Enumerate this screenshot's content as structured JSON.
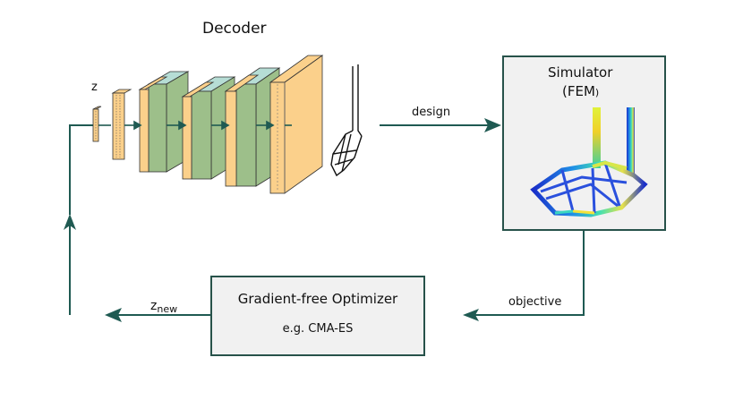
{
  "decoder": {
    "title": "Decoder",
    "latent_label": "z"
  },
  "simulator": {
    "title": "Simulator",
    "subtitle_main": "(FEM",
    "subtitle_paren": ")"
  },
  "optimizer": {
    "title": "Gradient-free Optimizer",
    "subtitle": "e.g. CMA-ES"
  },
  "edges": {
    "design": "design",
    "objective": "objective",
    "znew_base": "z",
    "znew_sub": "new"
  },
  "colors": {
    "arrow": "#1f5a52",
    "box_border": "#27524a",
    "box_fill": "#f1f1f1",
    "layer_orange": "#fbd08b",
    "layer_green": "#9dbf8a",
    "layer_teal": "#b6ddd5"
  }
}
